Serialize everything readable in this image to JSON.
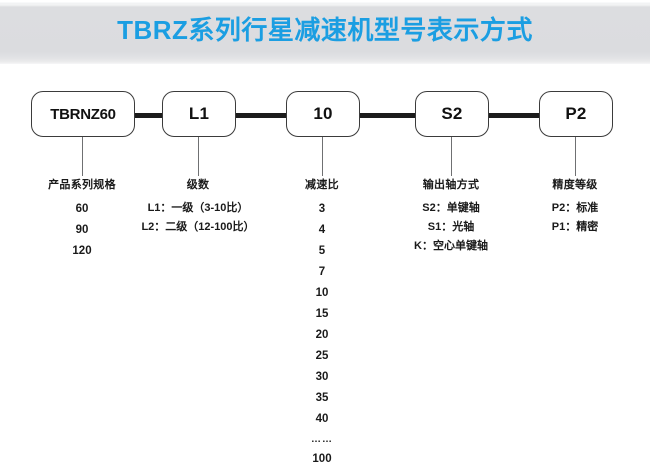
{
  "header": {
    "title": "TBRZ系列行星减速机型号表示方式",
    "title_color": "#1b9ee2",
    "band_color": "#dcdde0"
  },
  "diagram": {
    "nodes": [
      {
        "id": "series",
        "label": "TBRNZ60"
      },
      {
        "id": "stages",
        "label": "L1"
      },
      {
        "id": "ratio",
        "label": "10"
      },
      {
        "id": "shaft",
        "label": "S2"
      },
      {
        "id": "grade",
        "label": "P2"
      }
    ],
    "columns": [
      {
        "id": "series-spec",
        "title": "产品系列规格",
        "items": [
          "60",
          "90",
          "120"
        ]
      },
      {
        "id": "stage-count",
        "title": "级数",
        "items": [
          "L1：一级（3-10比）",
          "L2：二级（12-100比）"
        ]
      },
      {
        "id": "reduction-ratio",
        "title": "减速比",
        "items": [
          "3",
          "4",
          "5",
          "7",
          "10",
          "15",
          "20",
          "25",
          "30",
          "35",
          "40",
          "……",
          "100"
        ]
      },
      {
        "id": "output-shaft",
        "title": "输出轴方式",
        "items": [
          "S2：单键轴",
          "S1：光轴",
          "K：空心单键轴"
        ]
      },
      {
        "id": "accuracy-grade",
        "title": "精度等级",
        "items": [
          "P2：标准",
          "P1：精密"
        ]
      }
    ]
  }
}
